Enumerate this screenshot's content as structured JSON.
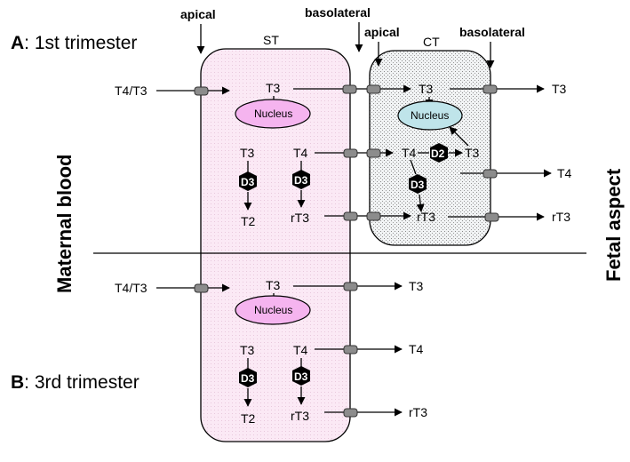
{
  "labels": {
    "apical_st": "apical",
    "basolateral_st": "basolateral",
    "apical_ct": "apical",
    "basolateral_ct": "basolateral",
    "st": "ST",
    "ct": "CT",
    "panel_a_letter": "A",
    "panel_a_rest": ": 1st trimester",
    "panel_b_letter": "B",
    "panel_b_rest": ": 3rd trimester",
    "maternal": "Maternal blood",
    "fetal": "Fetal aspect"
  },
  "panel_a": {
    "input": "T4/T3",
    "st_t3": "T3",
    "st_nucleus": "Nucleus",
    "st_left_sub": "T3",
    "st_left_enzyme": "D3",
    "st_left_prod": "T2",
    "st_right_sub": "T4",
    "st_right_enzyme": "D3",
    "st_right_prod": "rT3",
    "ct_t3": "T3",
    "ct_nucleus": "Nucleus",
    "ct_t4": "T4",
    "ct_d2": "D2",
    "ct_t3b": "T3",
    "ct_d3": "D3",
    "ct_rt3": "rT3",
    "out_t3": "T3",
    "out_t4": "T4",
    "out_rt3": "rT3"
  },
  "panel_b": {
    "input": "T4/T3",
    "st_t3": "T3",
    "st_nucleus": "Nucleus",
    "st_left_sub": "T3",
    "st_left_enzyme": "D3",
    "st_left_prod": "T2",
    "st_right_sub": "T4",
    "st_right_enzyme": "D3",
    "st_right_prod": "rT3",
    "out_t3": "T3",
    "out_t4": "T4",
    "out_rt3": "rT3"
  },
  "colors": {
    "st_fill": "#fbe6f4",
    "ct_fill": "#e9ecef",
    "st_nucleus_fill": "#f5b4ef",
    "ct_nucleus_fill": "#bfe4ea",
    "enzyme_fill": "#000000",
    "channel_fill": "#8c8c8c"
  }
}
